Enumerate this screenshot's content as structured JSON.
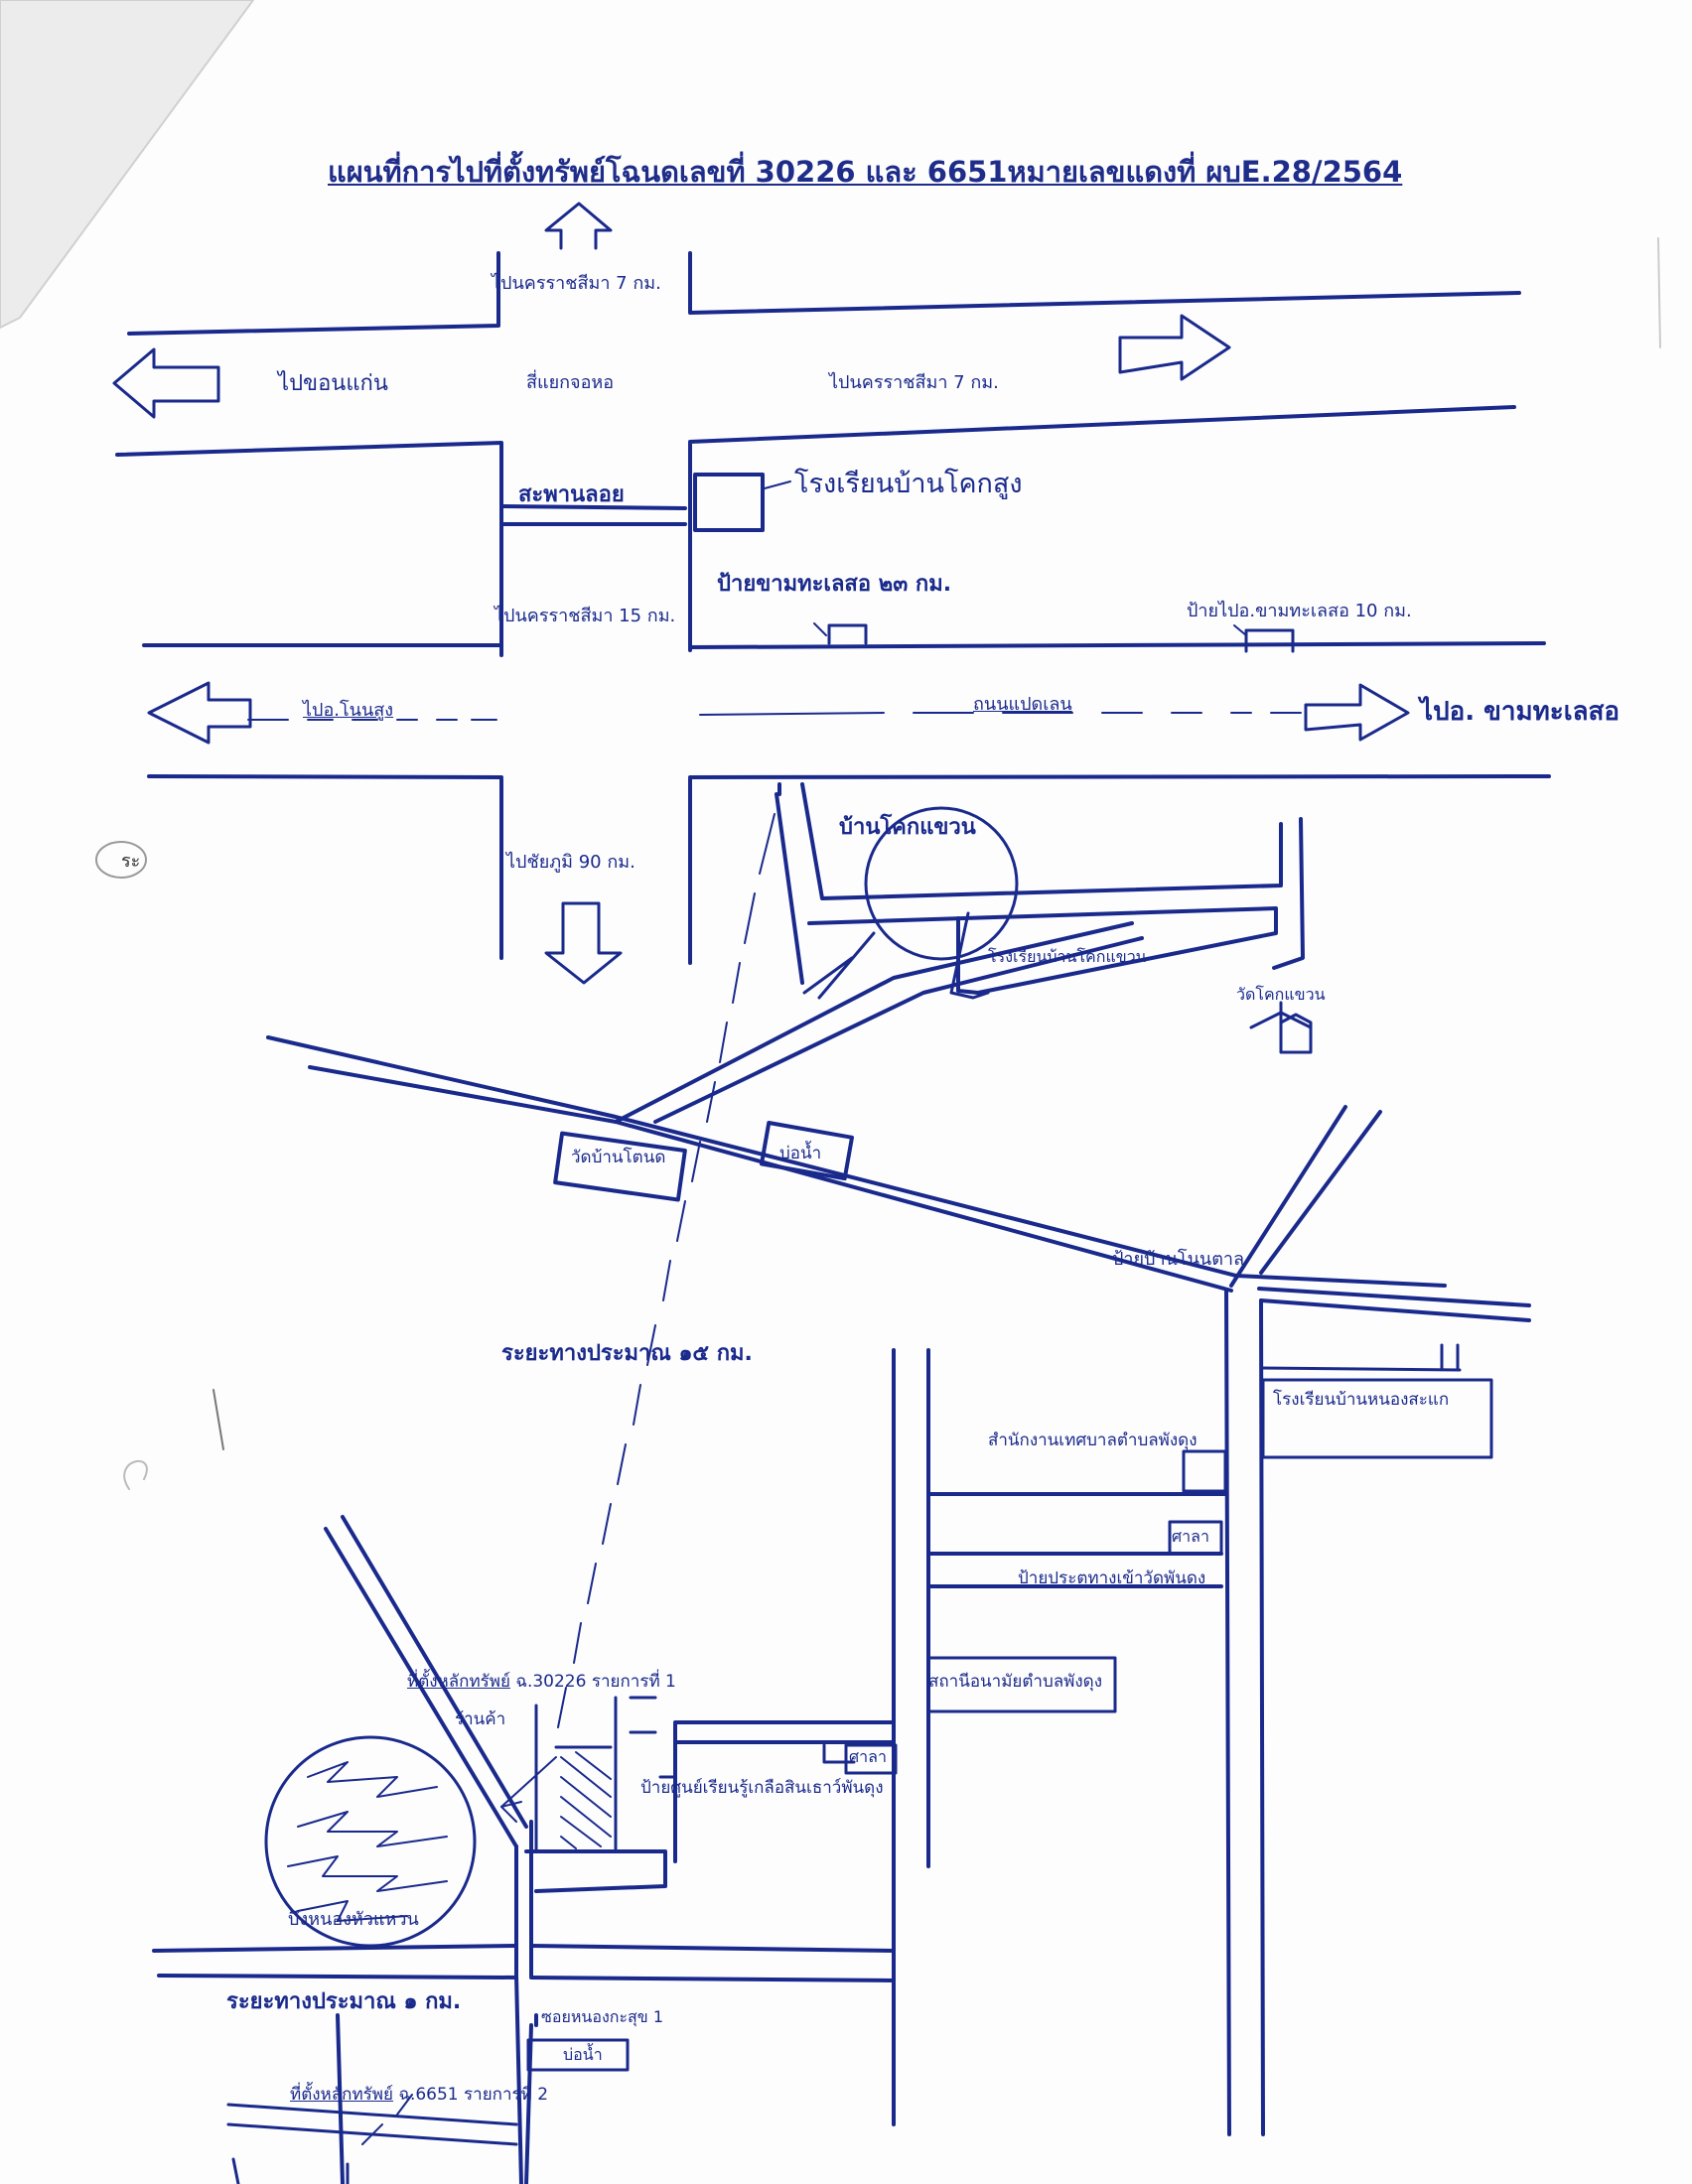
{
  "title": "แผนที่การไปที่ตั้งทรัพย์โฉนดเลขที่ 30226 และ 6651หมายเลขแดงที่ ผบE.28/2564",
  "colors": {
    "ink": "#1a2a8c",
    "paper": "#fdfdfd"
  },
  "labels": {
    "to_nakhon_top": "ไปนครราชสีมา 7 กม.",
    "to_khon_kaen": "ไปขอนแก่น",
    "intersection": "สี่แยกจอหอ",
    "to_nakhon_right": "ไปนครราชสีมา 7 กม.",
    "floating_bridge": "สะพานลอย",
    "school_khok_sung": "โรงเรียนบ้านโคกสูง",
    "sign_kham_thale_so": "ป้ายขามทะเลสอ ๒๓ กม.",
    "to_nakhon_15": "ไปนครราชสีมา 15 กม.",
    "sign_to_kham_thale_so_10": "ป้ายไปอ.ขามทะเลสอ 10 กม.",
    "to_non_sung": "ไปอ.โนนสูง",
    "eight_lane_road": "ถนนแปดเลน",
    "to_kham_thale_so": "ไปอ. ขามทะเลสอ",
    "ban_khok_khwaen": "บ้านโคกแขวน",
    "to_chaiyaphum": "ไปชัยภูมิ 90 กม.",
    "margin_mark": "ระ",
    "school_khok_khwaen": "โรงเรียนบ้านโคกแขวน",
    "wat_khok_khwaen": "วัดโคกแขวน",
    "wat_ban_tanot": "วัดบ้านโตนด",
    "water_well_1": "บ่อน้ำ",
    "sign_ban_non_tan": "ป้ายบ้านโนนตาล",
    "distance_15": "ระยะทางประมาณ ๑๕ กม.",
    "school_nong_sakae": "โรงเรียนบ้านหนองสะแก",
    "municipal_office": "สำนักงานเทศบาลตำบลพังดุง",
    "sala_1": "ศาลา",
    "temple_gate_sign": "ป้ายประตูทางเข้าวัดพันดุง",
    "health_station": "สถานีอนามัยตำบลพังดุง",
    "property_1_prefix": "ที่ตั้งหลักทรัพย์",
    "property_1_suffix": " ฉ.30226 รายการที่ 1",
    "shop": "ร้านค้า",
    "sala_2": "ศาลา",
    "learning_center_sign": "ป้ายศูนย์เรียนรู้เกลือสินเธาว์พันดุง",
    "lake": "บึงหนองหัวแหวน",
    "distance_1": "ระยะทางประมาณ ๑ กม.",
    "soi_nong_kasat": "ซอยหนองกะสุข 1",
    "water_well_2": "บ่อน้ำ",
    "property_2_prefix": "ที่ตั้งหลักทรัพย์",
    "property_2_suffix": " ฉ.6651 รายการที่ 2"
  }
}
